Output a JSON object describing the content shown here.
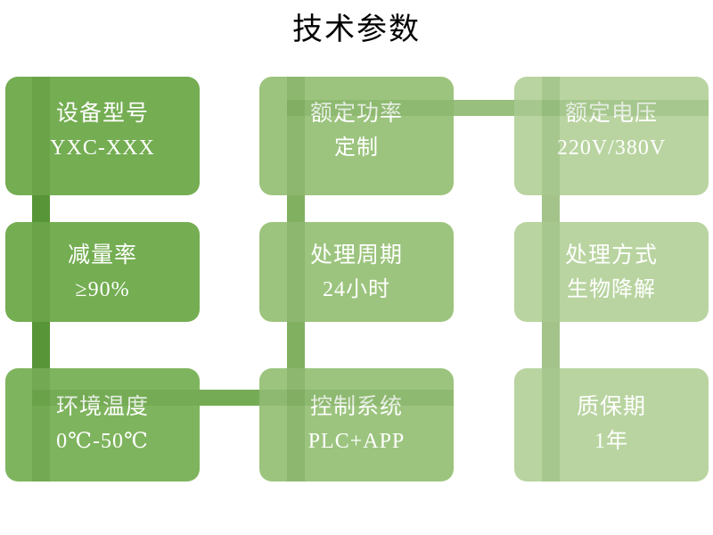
{
  "header": {
    "title": "技术参数"
  },
  "theme": {
    "background": "#ffffff",
    "title_color": "#000000",
    "text_color": "#ffffff",
    "card_color_col1": "#74ad52",
    "card_color_col2": "#9cc47e",
    "card_color_col3": "#b9d4a0",
    "connector_dark": "#5f9b3f",
    "connector_mid": "#8fbb6e",
    "connector_light": "#b6d09c"
  },
  "cards": [
    {
      "id": "device-model",
      "label": "设备型号",
      "value": "YXC-XXX",
      "color": "#74ad52",
      "row": 1,
      "col": 1
    },
    {
      "id": "rated-power",
      "label": "额定功率",
      "value": "定制",
      "color": "#9cc47e",
      "row": 1,
      "col": 2
    },
    {
      "id": "rated-voltage",
      "label": "额定电压",
      "value": "220V/380V",
      "color": "#b9d4a0",
      "row": 1,
      "col": 3
    },
    {
      "id": "reduction-rate",
      "label": "减量率",
      "value": "≥90%",
      "color": "#74ad52",
      "row": 2,
      "col": 1
    },
    {
      "id": "treatment-cycle",
      "label": "处理周期",
      "value": "24小时",
      "color": "#9cc47e",
      "row": 2,
      "col": 2
    },
    {
      "id": "treatment-method",
      "label": "处理方式",
      "value": "生物降解",
      "color": "#b9d4a0",
      "row": 2,
      "col": 3
    },
    {
      "id": "ambient-temp",
      "label": "环境温度",
      "value": "0℃-50℃",
      "color": "#7fb45e",
      "row": 3,
      "col": 1
    },
    {
      "id": "control-system",
      "label": "控制系统",
      "value": "PLC+APP",
      "color": "#9cc47e",
      "row": 3,
      "col": 2
    },
    {
      "id": "warranty-period",
      "label": "质保期",
      "value": "1年",
      "color": "#b9d4a0",
      "row": 3,
      "col": 3
    }
  ]
}
